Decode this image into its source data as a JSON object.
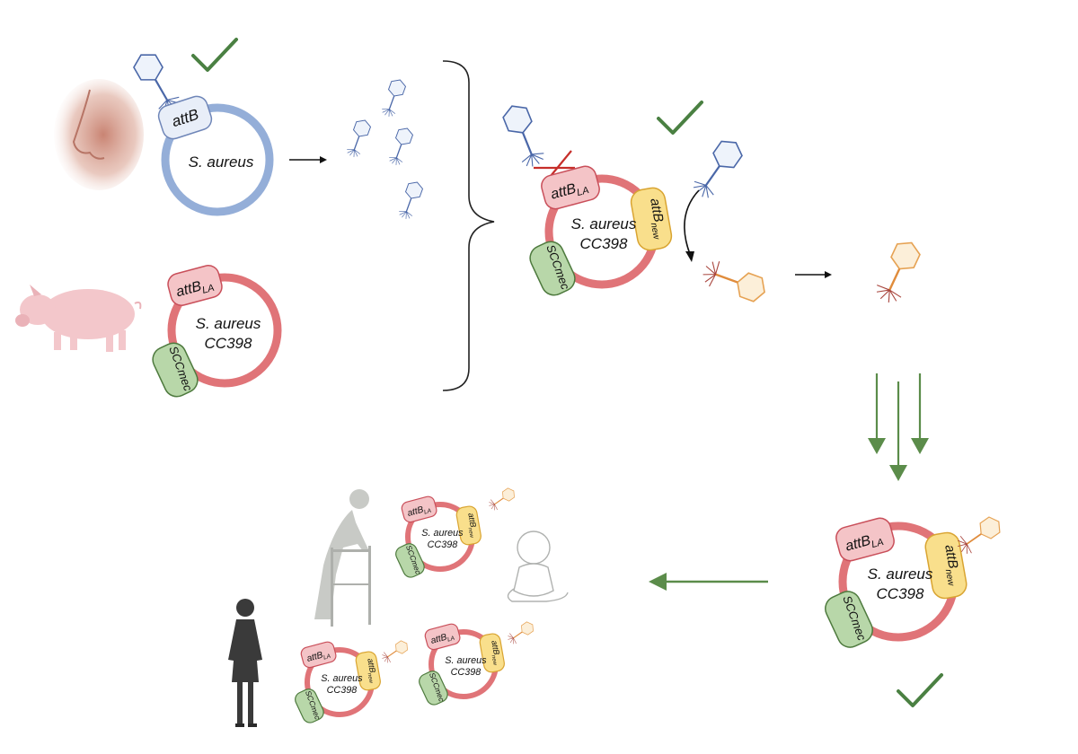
{
  "labels": {
    "attB": "attB",
    "attB_base": "attB",
    "sub_LA": "LA",
    "sub_new": "new",
    "sccmec": "SCCmec",
    "species": "S. aureus",
    "clone": "CC398"
  },
  "colors": {
    "blue_ring": "#94aed8",
    "red_ring": "#e07478",
    "pink_site": "#f4c4c7",
    "pink_site_stroke": "#c94f5a",
    "yellow_site": "#f9df8c",
    "yellow_site_stroke": "#d9a431",
    "green_site": "#b8d7a9",
    "green_site_stroke": "#4e7a3e",
    "attB_site": "#e8eef8",
    "attB_site_stroke": "#6f86b8",
    "check_green": "#4a8042",
    "arrow_green": "#5b8c4a",
    "cross_red": "#c62e2a",
    "phage_blue": "#4a67a8",
    "phage_orange": "#e6a253",
    "tail_red": "#a8443c",
    "pig_pink": "#f3c7cb",
    "person_gray": "#c8cac6"
  },
  "icons": [
    "nose-icon",
    "pig-icon",
    "phage-icon",
    "elderly-person-walker-icon",
    "baby-icon",
    "woman-icon",
    "check-icon",
    "cross-icon",
    "curly-brace"
  ]
}
